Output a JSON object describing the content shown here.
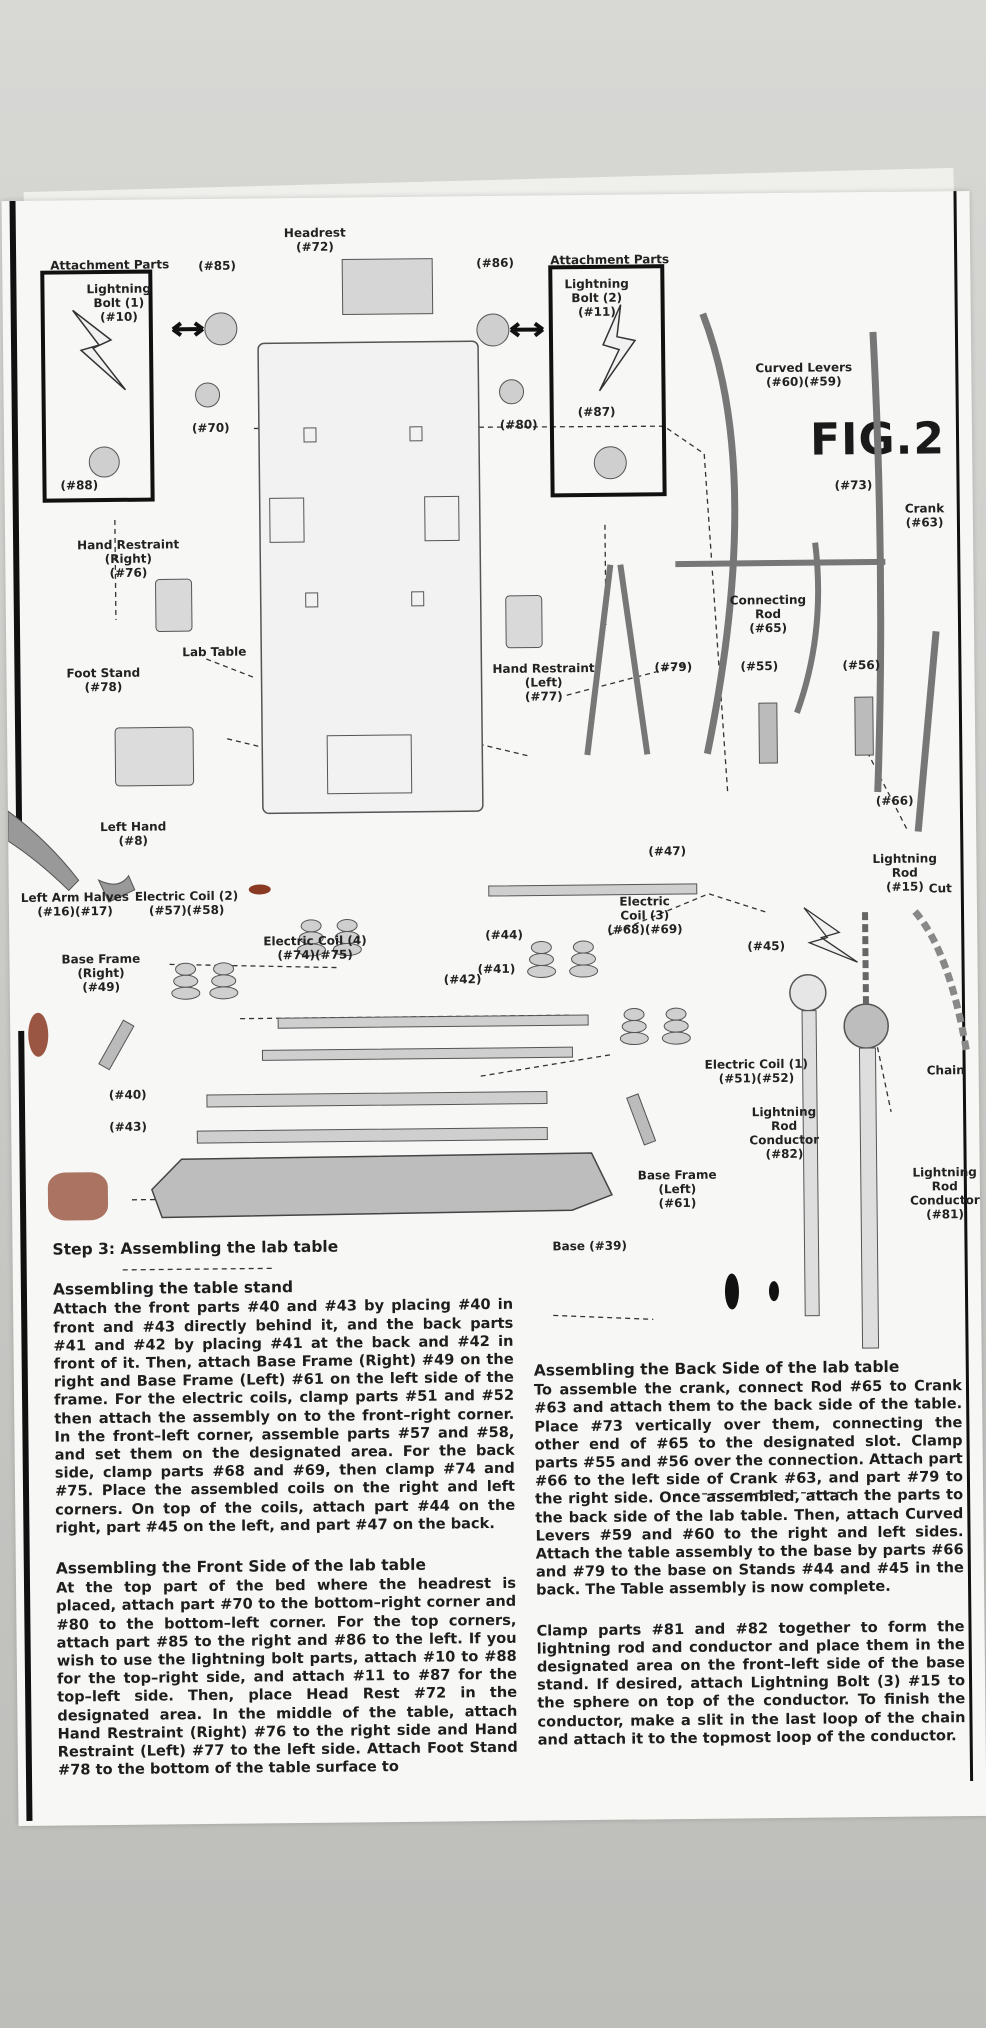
{
  "figure": {
    "label": "FIG.2"
  },
  "labels": {
    "attachment_parts_left": "Attachment Parts",
    "attachment_parts_right": "Attachment Parts",
    "p85": "(#85)",
    "p86": "(#86)",
    "headrest": "Headrest\n(#72)",
    "bolt1": "Lightning\nBolt (1)\n(#10)",
    "bolt2": "Lightning\nBolt (2)\n(#11)",
    "p88": "(#88)",
    "p87": "(#87)",
    "p70": "(#70)",
    "p80": "(#80)",
    "curved_levers": "Curved Levers\n(#60)(#59)",
    "p73": "(#73)",
    "crank": "Crank\n(#63)",
    "hand_restraint_right": "Hand Restraint\n(Right)\n(#76)",
    "connecting_rod": "Connecting\nRod\n(#65)",
    "lab_table": "Lab Table",
    "foot_stand": "Foot Stand\n(#78)",
    "hand_restraint_left": "Hand Restraint\n(Left)\n(#77)",
    "p79": "(#79)",
    "p55": "(#55)",
    "p56": "(#56)",
    "p66": "(#66)",
    "left_hand": "Left Hand\n(#8)",
    "p47": "(#47)",
    "lightning_rod": "Lightning\nRod\n(#15)",
    "cut": "Cut",
    "left_arm_halves": "Left Arm Halves\n(#16)(#17)",
    "electric_coil_2": "Electric Coil (2)\n(#57)(#58)",
    "electric_coil_3": "Electric\nCoil (3)\n(#68)(#69)",
    "p44": "(#44)",
    "p45": "(#45)",
    "electric_coil_4": "Electric Coil (4)\n(#74)(#75)",
    "base_frame_right": "Base Frame\n(Right)\n(#49)",
    "p41": "(#41)",
    "p42": "(#42)",
    "electric_coil_1": "Electric Coil (1)\n(#51)(#52)",
    "chain": "Chain",
    "p40": "(#40)",
    "p43": "(#43)",
    "lightning_rod_conductor_82": "Lightning\nRod\nConductor\n(#82)",
    "base_frame_left": "Base Frame\n(Left)\n(#61)",
    "lightning_rod_conductor_81": "Lightning\nRod\nConductor\n(#81)",
    "base": "Base (#39)"
  },
  "instructions": {
    "step_title": "Step 3: Assembling the lab table",
    "sections_left": [
      {
        "heading": "Assembling the table stand",
        "body": "Attach the front parts #40 and #43 by placing #40 in front and #43 directly behind it, and the back parts #41 and #42 by placing #41 at the back and #42 in front of it. Then, attach Base Frame (Right) #49 on the right and Base Frame (Left) #61 on the left side of the frame. For the electric coils, clamp parts #51 and #52 then attach the assembly on to the front–right corner. In the front–left corner, assemble parts #57 and #58, and set them on the designated area. For the back side, clamp parts #68 and #69, then clamp #74 and #75. Place the assembled coils on the right and left corners. On top of the coils, attach part #44 on the right, part #45 on the left, and part #47 on the back."
      },
      {
        "heading": "Assembling the Front Side of the lab table",
        "body": "At the top part of the bed where the headrest is placed, attach part #70 to the bottom–right corner and #80 to the bottom–left corner. For the top corners, attach part #85 to the right and #86 to the left. If you wish to use the lightning bolt parts, attach #10 to #88 for the top–right side, and attach #11 to #87 for the top–left side. Then, place Head Rest #72 in the designated area. In the middle of the table, attach Hand Restraint (Right) #76 to the right side and Hand Restraint (Left) #77 to the left side. Attach Foot Stand #78 to the bottom of the table surface to"
      }
    ],
    "sections_right": [
      {
        "heading": "Assembling the Back Side of the lab table",
        "body": "To assemble the crank, connect Rod #65 to Crank #63 and attach them to the back side of the table. Place #73 vertically over them, connecting the other end of #65 to the designated slot. Clamp parts #55 and #56 over the connection. Attach part #66 to the left side of Crank #63, and part #79 to the right side. Once assembled, attach the parts to the back side of the lab table. Then, attach Curved Levers #59 and #60 to the right and left sides. Attach the table assembly to the base by parts #66 and #79 to the base on Stands #44 and #45 in the back. The Table assembly is now complete."
      },
      {
        "heading": "",
        "body": "Clamp parts #81 and #82 together to form the lightning rod and conductor and place them in the designated area on the front–left side of the base stand. If desired, attach Lightning Bolt (3) #15 to the sphere on top of the conductor. To finish the conductor, make a slit in the last loop of the chain and attach it to the topmost loop of the conductor."
      }
    ]
  },
  "colors": {
    "paper": "#f7f7f5",
    "ink": "#1e1e1e",
    "background": "#c9c9c6",
    "stain": "#8a3a22"
  }
}
